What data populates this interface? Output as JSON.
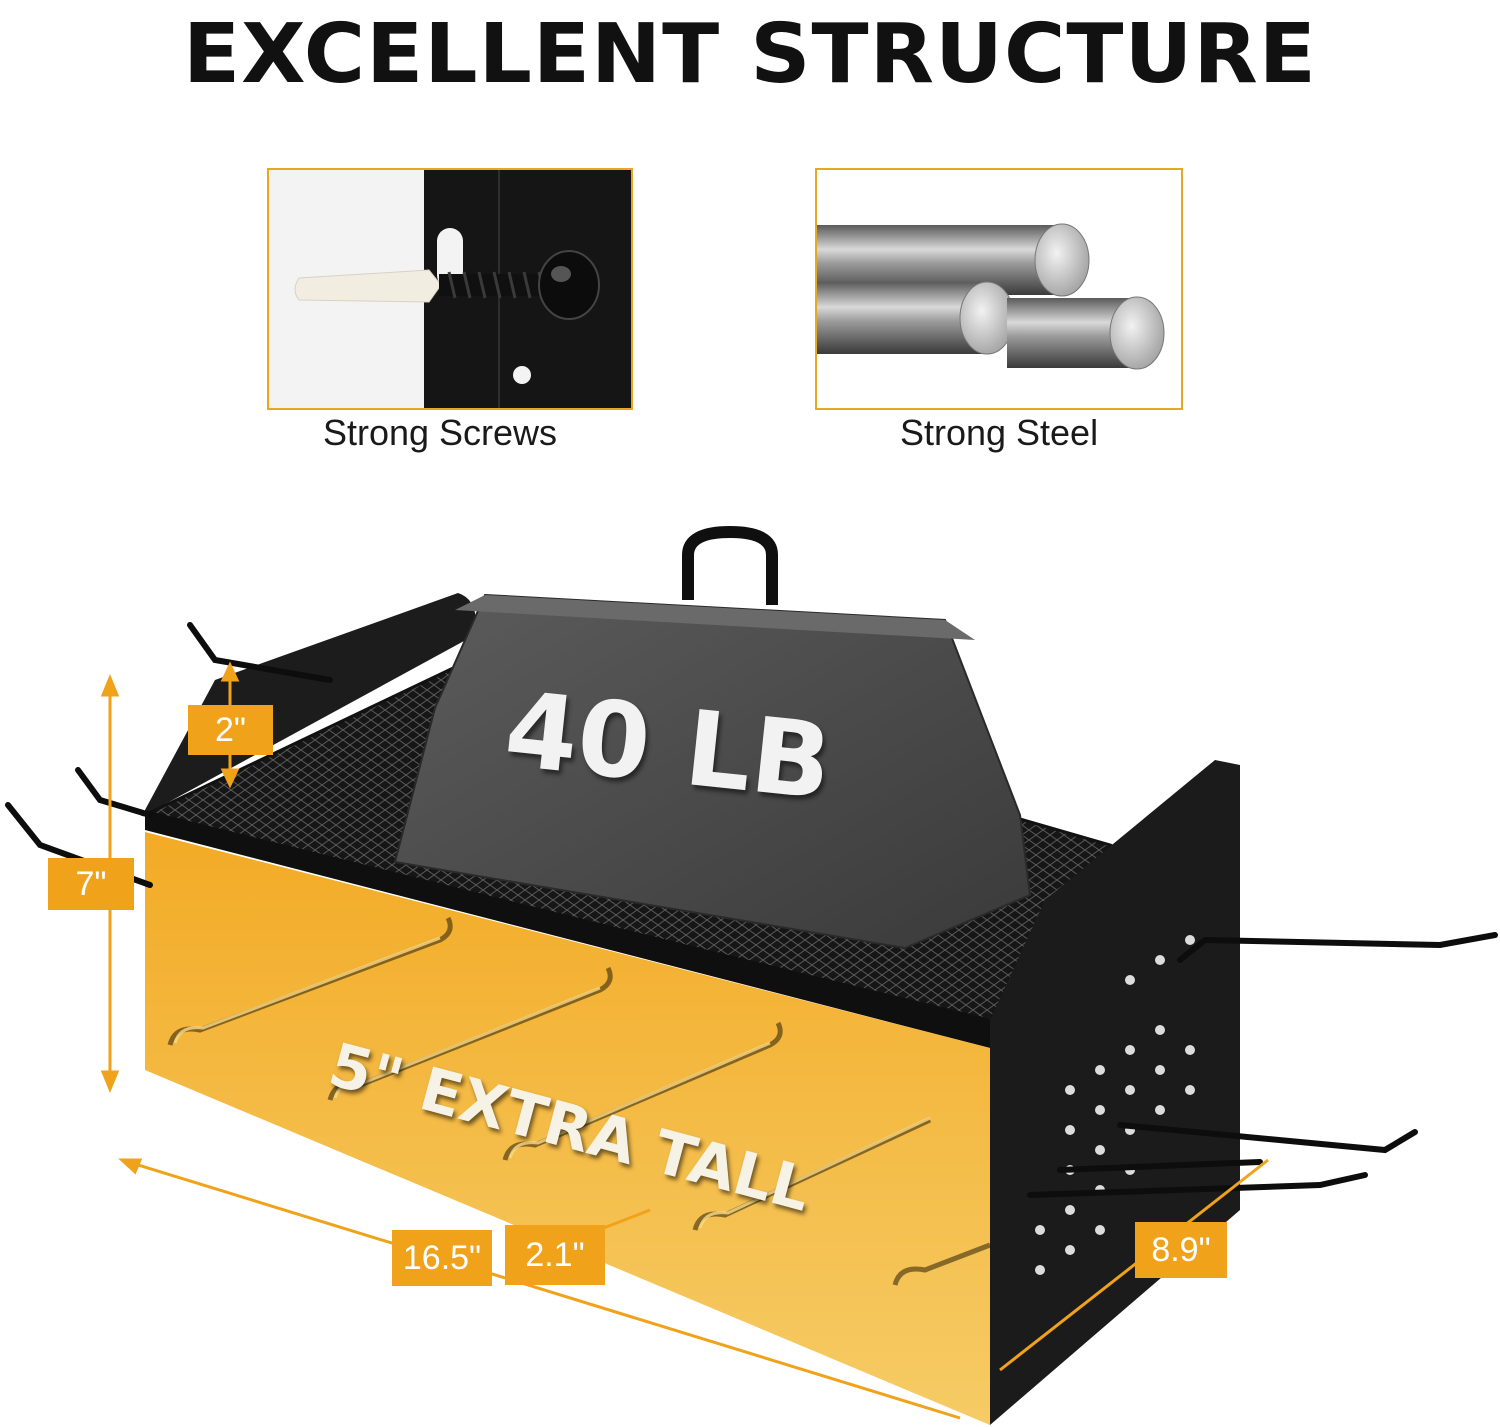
{
  "headline": "EXCELLENT STRUCTURE",
  "features": [
    {
      "caption": "Strong Screws",
      "icon": "screw-icon"
    },
    {
      "caption": "Strong Steel",
      "icon": "steel-rods-icon"
    }
  ],
  "weight_label": "40 LB",
  "tall_label": "5\" EXTRA TALL",
  "dimensions": {
    "lip_height": "2\"",
    "total_height": "7\"",
    "length": "16.5\"",
    "slot_width": "2.1\"",
    "depth": "8.9\""
  },
  "colors": {
    "accent": "#f0a21a",
    "metal": "#1e1e1e",
    "weight": "#4a4a4a"
  }
}
